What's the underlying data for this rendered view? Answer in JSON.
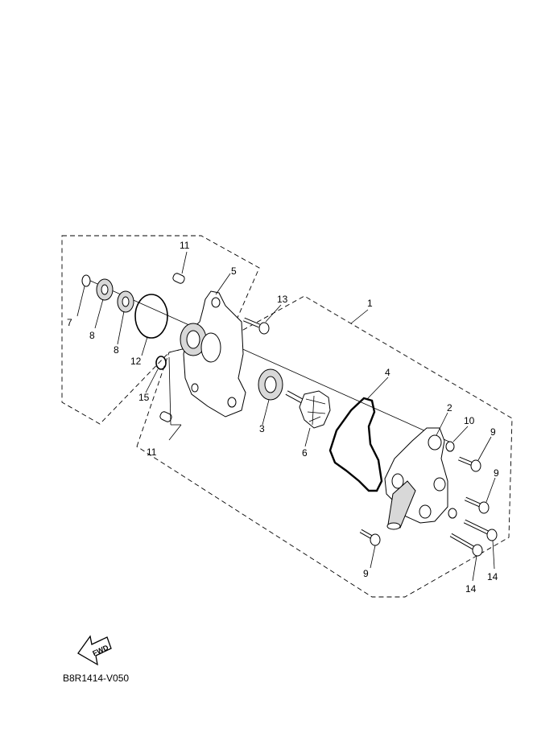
{
  "diagram_code": "B8R1414-V050",
  "fwd_label": "FWD",
  "callouts": {
    "c1": "1",
    "c2": "2",
    "c3": "3",
    "c4": "4",
    "c5": "5",
    "c6": "6",
    "c7": "7",
    "c8a": "8",
    "c8b": "8",
    "c9a": "9",
    "c9b": "9",
    "c9c": "9",
    "c10": "10",
    "c11a": "11",
    "c11b": "11",
    "c12": "12",
    "c13": "13",
    "c14a": "14",
    "c14b": "14",
    "c15": "15"
  }
}
